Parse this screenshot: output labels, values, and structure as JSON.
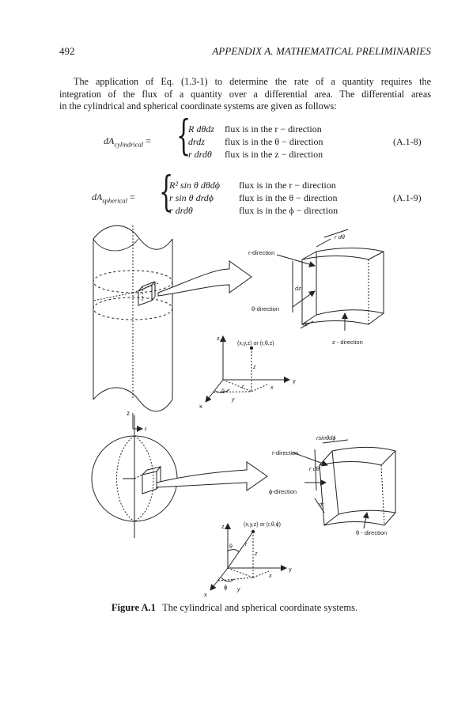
{
  "header": {
    "page_number": "492",
    "running_title": "APPENDIX A.  MATHEMATICAL PRELIMINARIES"
  },
  "paragraph": {
    "lines": [
      "The application of Eq. (1.3-1) to determine the rate of a quantity requires the",
      "integration of the flux of a quantity over a differential area. The differential areas",
      "in the cylindrical and spherical coordinate systems are given as follows:"
    ]
  },
  "eq_a18": {
    "lhs": "dA",
    "lhs_sub": "cylindrical",
    "eq_sign": "=",
    "rows": [
      {
        "expr": "R dθdz",
        "desc": "flux is in the r − direction"
      },
      {
        "expr": "drdz",
        "desc": "flux is in the θ − direction"
      },
      {
        "expr": "r drdθ",
        "desc": "flux is in the z − direction"
      }
    ],
    "number": "(A.1-8)"
  },
  "eq_a19": {
    "lhs": "dA",
    "lhs_sub": "spherical",
    "eq_sign": "=",
    "rows": [
      {
        "expr": "R² sin θ dθdϕ",
        "desc": "flux is in the r − direction"
      },
      {
        "expr": "r sin θ drdϕ",
        "desc": "flux is in the θ − direction"
      },
      {
        "expr": "r drdθ",
        "desc": "flux is in the ϕ − direction"
      }
    ],
    "number": "(A.1-9)"
  },
  "figure_cyl": {
    "r_dtheta": "r dθ",
    "r_direction": "r-direction",
    "dz": "dz",
    "theta_direction": "θ-direction",
    "dr": "dr",
    "z_direction": "z - direction",
    "point": "(x,y,z) or (r,θ,z)",
    "axis_z": "z",
    "axis_y": "y",
    "axis_x": "x",
    "lbl_theta": "θ",
    "lbl_r": "r",
    "lbl_x": "x",
    "lbl_y": "y",
    "lbl_z": "z",
    "small_z": "z",
    "small_r": "r"
  },
  "figure_sph": {
    "r_sin_theta_dphi": "rsinθdϕ",
    "r_direction": "r-direction",
    "r_dtheta": "r dθ",
    "phi_direction": "ϕ-direction",
    "dr": "dr",
    "theta_direction": "θ - direction",
    "point": "(x,y,z) or (r,θ,ϕ)",
    "axis_z": "z",
    "axis_y": "y",
    "axis_x": "x",
    "lbl_theta": "θ",
    "lbl_r": "r",
    "lbl_phi": "ϕ",
    "lbl_x": "x",
    "lbl_y": "y",
    "lbl_z": "z"
  },
  "caption": {
    "label": "Figure A.1",
    "text": "The cylindrical and spherical coordinate systems."
  }
}
